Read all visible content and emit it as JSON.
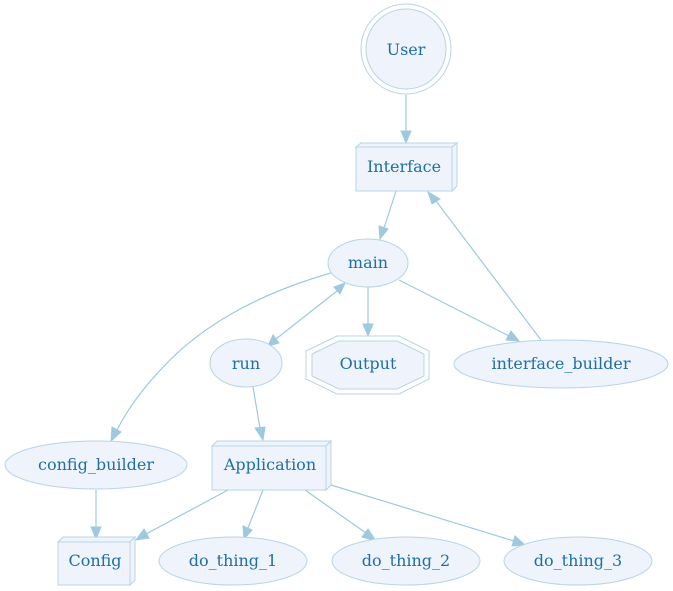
{
  "diagram": {
    "nodes": {
      "user": "User",
      "interface": "Interface",
      "main": "main",
      "run": "run",
      "output": "Output",
      "interface_builder": "interface_builder",
      "config_builder": "config_builder",
      "application": "Application",
      "config": "Config",
      "do_thing_1": "do_thing_1",
      "do_thing_2": "do_thing_2",
      "do_thing_3": "do_thing_3"
    },
    "edges": [
      {
        "from": "User",
        "to": "Interface"
      },
      {
        "from": "Interface",
        "to": "main"
      },
      {
        "from": "interface_builder",
        "to": "Interface"
      },
      {
        "from": "main",
        "to": "run",
        "bidirectional": true
      },
      {
        "from": "main",
        "to": "Output"
      },
      {
        "from": "main",
        "to": "interface_builder"
      },
      {
        "from": "main",
        "to": "config_builder"
      },
      {
        "from": "run",
        "to": "Application"
      },
      {
        "from": "config_builder",
        "to": "Config"
      },
      {
        "from": "Application",
        "to": "Config"
      },
      {
        "from": "Application",
        "to": "do_thing_1"
      },
      {
        "from": "Application",
        "to": "do_thing_2"
      },
      {
        "from": "Application",
        "to": "do_thing_3"
      }
    ],
    "colors": {
      "node_fill": "#eef3fc",
      "node_stroke": "#b9d4e4",
      "edge": "#9ec9df",
      "text": "#1f6fa5"
    }
  }
}
